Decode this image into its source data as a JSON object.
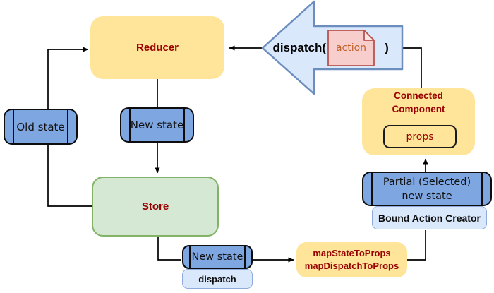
{
  "diagram_type": "redux-data-flow",
  "colors": {
    "yellow_fill": "#FFE599",
    "blue_state_fill": "#7EA6E0",
    "green_fill": "#D5E8D4",
    "green_border": "#82B366",
    "lightblue_fill": "#DAE8FC",
    "lightblue_border": "#8FAADC",
    "big_arrow_fill": "#DAE8FC",
    "big_arrow_border": "#6C8EBF",
    "note_fill": "#F8CECC",
    "note_border": "#B85450",
    "dark_red_text": "#990000",
    "action_text": "#C0622B",
    "connector_line": "#000000"
  },
  "nodes": {
    "reducer": {
      "label": "Reducer"
    },
    "dispatch_call": {
      "prefix": "dispatch(",
      "suffix": ")"
    },
    "action_note": {
      "label": "action"
    },
    "old_state": {
      "label": "Old state"
    },
    "new_state_top": {
      "label": "New state"
    },
    "store": {
      "label": "Store"
    },
    "new_state_bottom": {
      "label": "New state"
    },
    "dispatch_method": {
      "label": "dispatch"
    },
    "map_functions": {
      "line1": "mapStateToProps",
      "line2": "mapDispatchToProps"
    },
    "bound_action_creator": {
      "label": "Bound Action Creator"
    },
    "partial_state": {
      "line1": "Partial (Selected)",
      "line2": "new state"
    },
    "connected_component": {
      "line1": "Connected",
      "line2": "Component",
      "props": "props"
    }
  }
}
